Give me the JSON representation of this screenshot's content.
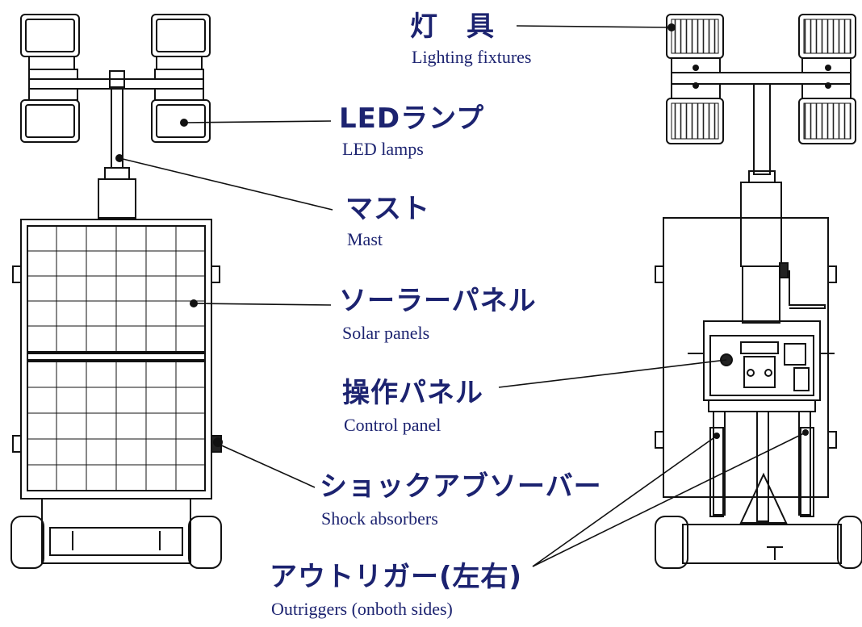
{
  "colors": {
    "label_text": "#1c2370",
    "line_art": "#111111",
    "background": "#ffffff"
  },
  "labels": {
    "lighting": {
      "jp": "灯　具",
      "en": "Lighting fixtures"
    },
    "led": {
      "jp": "LEDランプ",
      "en": "LED lamps"
    },
    "mast": {
      "jp": "マスト",
      "en": "Mast"
    },
    "solar": {
      "jp": "ソーラーパネル",
      "en": "Solar panels"
    },
    "control": {
      "jp": "操作パネル",
      "en": "Control panel"
    },
    "shock": {
      "jp": "ショックアブソーバー",
      "en": "Shock absorbers"
    },
    "outrigger": {
      "jp": "アウトリガー(左右)",
      "en": "Outriggers (onboth sides)"
    }
  }
}
